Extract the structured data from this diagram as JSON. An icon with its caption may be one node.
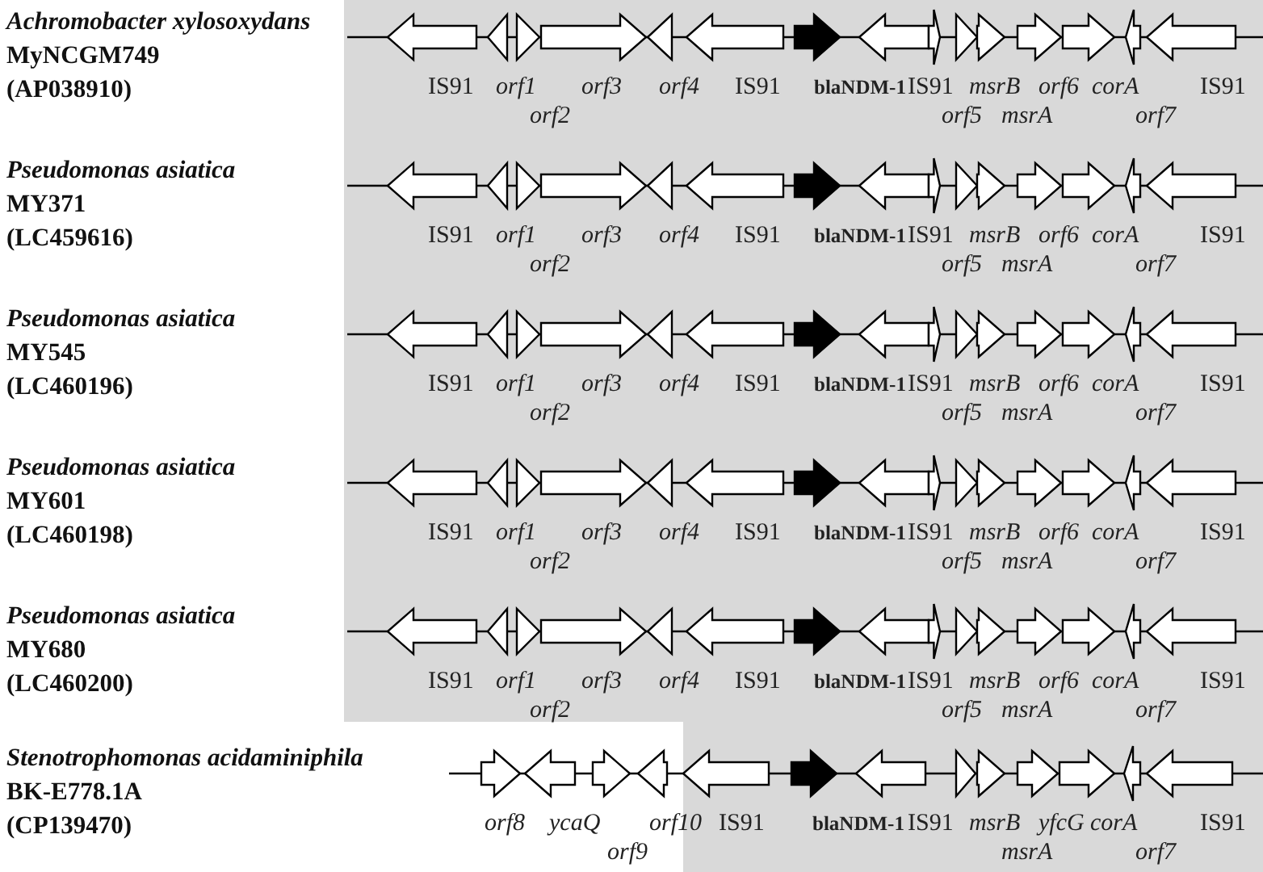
{
  "diagram": {
    "nodes": [
      {
        "text": [
          "IS91"
        ]
      },
      {
        "text": [
          "*orf1*"
        ]
      },
      {
        "text": [
          "*orf2*"
        ]
      },
      {
        "text": [
          "*orf3*"
        ]
      },
      {
        "text": [
          "*orf4*"
        ]
      },
      {
        "text": [
          "IS91"
        ]
      },
      {
        "text": [
          "blaNDM-1"
        ]
      },
      {
        "text": [
          "IS91"
        ]
      },
      {
        "text": [
          "*orf5*"
        ]
      },
      {
        "text": [
          "*msrB*"
        ]
      },
      {
        "text": [
          "*msrA*"
        ]
      },
      {
        "text": [
          "*orf6*"
        ]
      },
      {
        "text": [
          "*corA*"
        ]
      },
      {
        "text": [
          "*orf7*"
        ]
      },
      {
        "text": [
          "IS91"
        ]
      },
      {
        "text": [
          "IS91"
        ]
      },
      {
        "text": [
          "*orf1*"
        ]
      },
      {
        "text": [
          "*orf2*"
        ]
      },
      {
        "text": [
          "*orf3*"
        ]
      },
      {
        "text": [
          "*orf4*"
        ]
      },
      {
        "text": [
          "IS91"
        ]
      },
      {
        "text": [
          "blaNDM-1"
        ]
      },
      {
        "text": [
          "IS91"
        ]
      },
      {
        "text": [
          "*orf5*"
        ]
      },
      {
        "text": [
          "*msrB*"
        ]
      },
      {
        "text": [
          "*msrA*"
        ]
      },
      {
        "text": [
          "*orf6*"
        ]
      },
      {
        "text": [
          "*corA*"
        ]
      },
      {
        "text": [
          "*orf7*"
        ]
      },
      {
        "text": [
          "IS91"
        ]
      },
      {
        "text": [
          "IS91"
        ]
      },
      {
        "text": [
          "*orf1*"
        ]
      },
      {
        "text": [
          "*orf2*"
        ]
      },
      {
        "text": [
          "*orf3*"
        ]
      },
      {
        "text": [
          "*orf4*"
        ]
      },
      {
        "text": [
          "IS91"
        ]
      },
      {
        "text": [
          "blaNDM-1"
        ]
      },
      {
        "text": [
          "IS91"
        ]
      },
      {
        "text": [
          "*orf5*"
        ]
      },
      {
        "text": [
          "*msrB*"
        ]
      },
      {
        "text": [
          "*msrA*"
        ]
      },
      {
        "text": [
          "*orf6*"
        ]
      },
      {
        "text": [
          "*corA*"
        ]
      },
      {
        "text": [
          "*orf7*"
        ]
      },
      {
        "text": [
          "IS91"
        ]
      },
      {
        "text": [
          "IS91"
        ]
      },
      {
        "text": [
          "*orf1*"
        ]
      },
      {
        "text": [
          "*orf2*"
        ]
      },
      {
        "text": [
          "*orf3*"
        ]
      },
      {
        "text": [
          "*orf4*"
        ]
      },
      {
        "text": [
          "IS91"
        ]
      },
      {
        "text": [
          "blaNDM-1"
        ]
      },
      {
        "text": [
          "IS91"
        ]
      },
      {
        "text": [
          "*orf5*"
        ]
      },
      {
        "text": [
          "*msrB*"
        ]
      },
      {
        "text": [
          "*msrA*"
        ]
      },
      {
        "text": [
          "*orf6*"
        ]
      },
      {
        "text": [
          "*corA*"
        ]
      },
      {
        "text": [
          "*orf7*"
        ]
      },
      {
        "text": [
          "IS91"
        ]
      },
      {
        "text": [
          "IS91"
        ]
      },
      {
        "text": [
          "*orf1*"
        ]
      },
      {
        "text": [
          "*orf2*"
        ]
      },
      {
        "text": [
          "*orf3*"
        ]
      },
      {
        "text": [
          "*orf4*"
        ]
      },
      {
        "text": [
          "IS91"
        ]
      },
      {
        "text": [
          "blaNDM-1"
        ]
      },
      {
        "text": [
          "IS91"
        ]
      },
      {
        "text": [
          "*orf5*"
        ]
      },
      {
        "text": [
          "*msrB*"
        ]
      },
      {
        "text": [
          "*msrA*"
        ]
      },
      {
        "text": [
          "*orf6*"
        ]
      },
      {
        "text": [
          "*corA*"
        ]
      },
      {
        "text": [
          "*orf7*"
        ]
      },
      {
        "text": [
          "IS91"
        ]
      },
      {
        "text": [
          "*orf8*"
        ]
      },
      {
        "text": [
          "*ycaQ*"
        ]
      },
      {
        "text": [
          "*orf9*"
        ]
      },
      {
        "text": [
          "*orf10*"
        ]
      },
      {
        "text": [
          "IS91"
        ]
      },
      {
        "text": [
          "blaNDM-1"
        ]
      },
      {
        "text": [
          "IS91"
        ]
      },
      {
        "text": [
          "*msrB*"
        ]
      },
      {
        "text": [
          "*msrA*"
        ]
      },
      {
        "text": [
          "*yfcG*"
        ]
      },
      {
        "text": [
          "*corA*"
        ]
      },
      {
        "text": [
          "*orf7*"
        ]
      },
      {
        "text": [
          "IS91"
        ]
      }
    ],
    "labels": [
      "Achromobacter xylosoxydans",
      "MyNCGM749",
      "(AP038910)",
      "Pseudomonas asiatica",
      "MY371",
      "(LC459616)",
      "Pseudomonas asiatica",
      "MY545",
      "(LC460196)",
      "Pseudomonas asiatica",
      "MY601",
      "(LC460198)",
      "Pseudomonas asiatica",
      "MY680",
      "(LC460200)",
      "Stenotrophomonas acidaminiphila",
      "BK-E778.1A",
      "(CP139470)"
    ]
  }
}
